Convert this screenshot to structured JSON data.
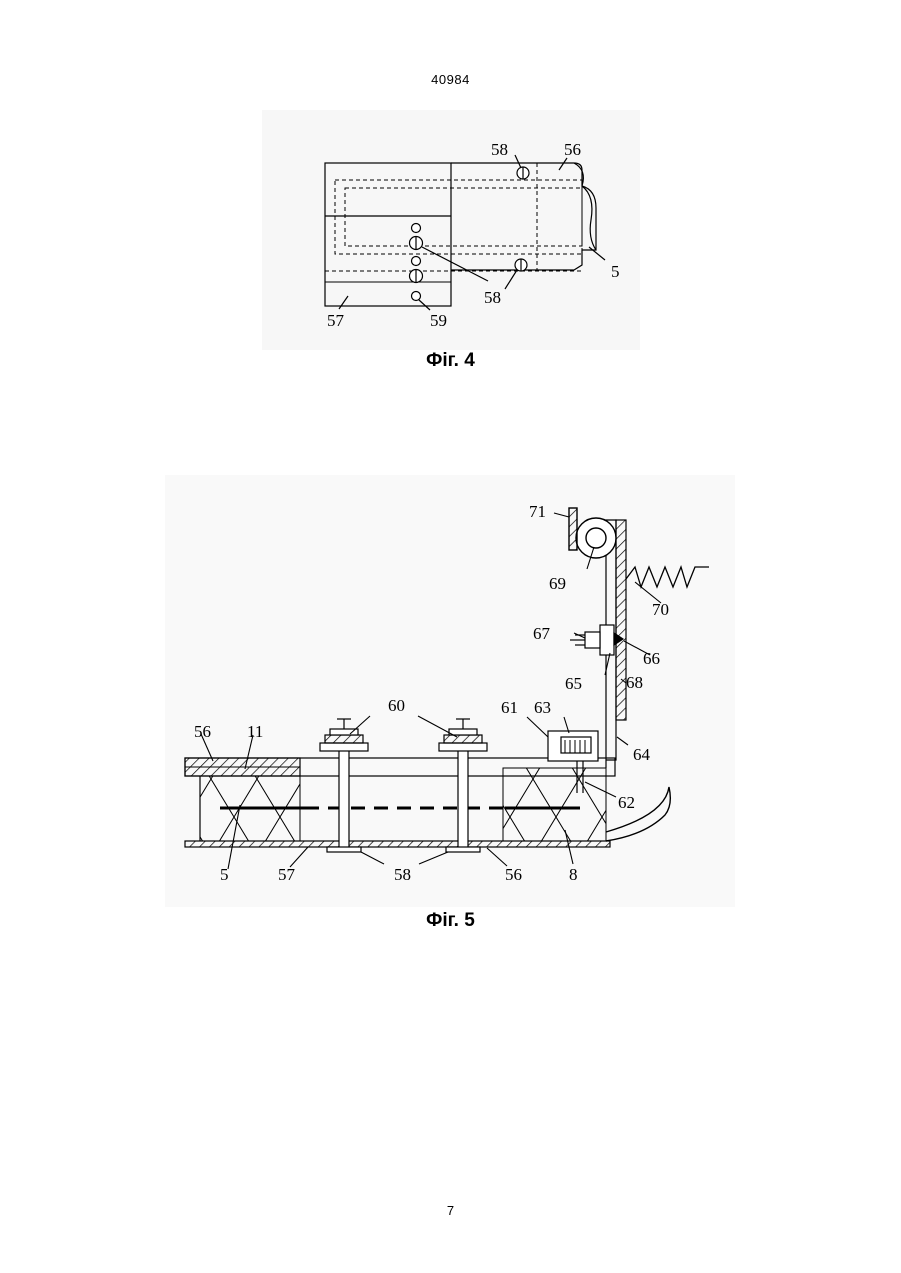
{
  "document": {
    "patent_number": "40984",
    "page_number": "7"
  },
  "figure4": {
    "caption": "Фіг. 4",
    "labels": {
      "l58a": "58",
      "l56": "56",
      "l5": "5",
      "l58b": "58",
      "l57": "57",
      "l59": "59"
    }
  },
  "figure5": {
    "caption": "Фіг. 5",
    "labels": {
      "l71": "71",
      "l69": "69",
      "l70": "70",
      "l67": "67",
      "l66": "66",
      "l65": "65",
      "l68": "68",
      "l60": "60",
      "l61": "61",
      "l63": "63",
      "l56a": "56",
      "l11": "11",
      "l64": "64",
      "l62": "62",
      "l5": "5",
      "l57": "57",
      "l58": "58",
      "l56b": "56",
      "l8": "8"
    }
  }
}
